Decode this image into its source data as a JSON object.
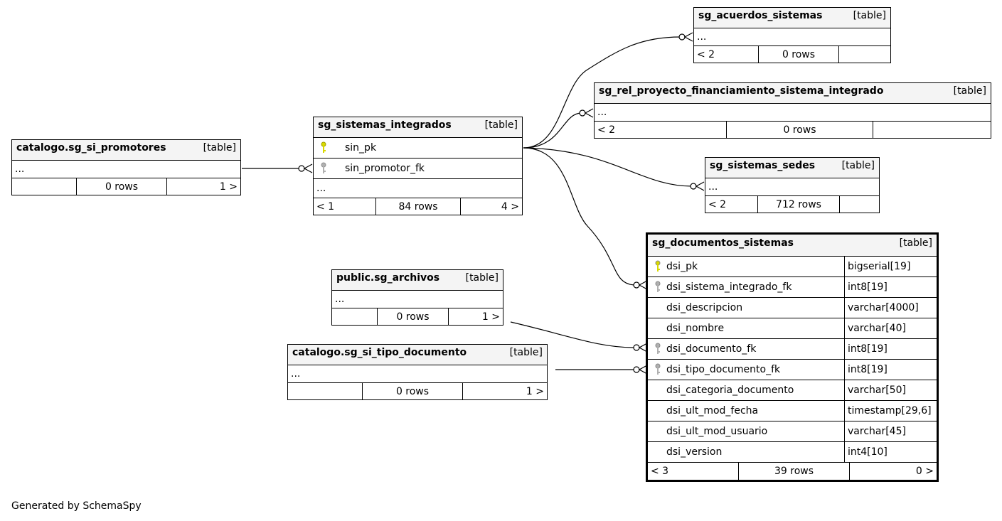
{
  "caption": "Generated by SchemaSpy",
  "colors": {
    "pk_key": "#d9d900",
    "fk_key": "#b0b0b0",
    "header_bg": "#f4f4f4",
    "line": "#000000"
  },
  "tables": {
    "promotores": {
      "name": "catalogo.sg_si_promotores",
      "kind": "[table]",
      "ellipsis": "...",
      "footer": [
        "",
        "0 rows",
        "1 >"
      ]
    },
    "integrados": {
      "name": "sg_sistemas_integrados",
      "kind": "[table]",
      "columns": [
        {
          "name": "sin_pk",
          "key": "pk-icon"
        },
        {
          "name": "sin_promotor_fk",
          "key": "fk-icon"
        }
      ],
      "ellipsis": "...",
      "footer": [
        "< 1",
        "84 rows",
        "4 >"
      ]
    },
    "acuerdos": {
      "name": "sg_acuerdos_sistemas",
      "kind": "[table]",
      "ellipsis": "...",
      "footer": [
        "< 2",
        "0 rows",
        ""
      ]
    },
    "rel_proyecto": {
      "name": "sg_rel_proyecto_financiamiento_sistema_integrado",
      "kind": "[table]",
      "ellipsis": "...",
      "footer": [
        "< 2",
        "0 rows",
        ""
      ]
    },
    "sedes": {
      "name": "sg_sistemas_sedes",
      "kind": "[table]",
      "ellipsis": "...",
      "footer": [
        "< 2",
        "712 rows",
        ""
      ]
    },
    "archivos": {
      "name": "public.sg_archivos",
      "kind": "[table]",
      "ellipsis": "...",
      "footer": [
        "",
        "0 rows",
        "1 >"
      ]
    },
    "tipo_documento": {
      "name": "catalogo.sg_si_tipo_documento",
      "kind": "[table]",
      "ellipsis": "...",
      "footer": [
        "",
        "0 rows",
        "1 >"
      ]
    },
    "documentos": {
      "name": "sg_documentos_sistemas",
      "kind": "[table]",
      "columns": [
        {
          "name": "dsi_pk",
          "type": "bigserial[19]",
          "key": "pk-icon"
        },
        {
          "name": "dsi_sistema_integrado_fk",
          "type": "int8[19]",
          "key": "fk-icon"
        },
        {
          "name": "dsi_descripcion",
          "type": "varchar[4000]",
          "key": ""
        },
        {
          "name": "dsi_nombre",
          "type": "varchar[40]",
          "key": ""
        },
        {
          "name": "dsi_documento_fk",
          "type": "int8[19]",
          "key": "fk-icon"
        },
        {
          "name": "dsi_tipo_documento_fk",
          "type": "int8[19]",
          "key": "fk-icon"
        },
        {
          "name": "dsi_categoria_documento",
          "type": "varchar[50]",
          "key": ""
        },
        {
          "name": "dsi_ult_mod_fecha",
          "type": "timestamp[29,6]",
          "key": ""
        },
        {
          "name": "dsi_ult_mod_usuario",
          "type": "varchar[45]",
          "key": ""
        },
        {
          "name": "dsi_version",
          "type": "int4[10]",
          "key": ""
        }
      ],
      "footer": [
        "< 3",
        "39 rows",
        "0 >"
      ]
    }
  }
}
